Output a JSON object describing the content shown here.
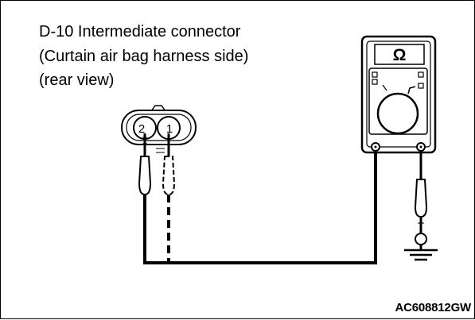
{
  "caption": {
    "line1": "D-10 Intermediate connector",
    "line2": "(Curtain air bag harness side)",
    "line3": "(rear view)"
  },
  "connector": {
    "pins": [
      "2",
      "1"
    ]
  },
  "meter": {
    "unit_symbol": "Ω",
    "icon": "ohmmeter-icon"
  },
  "ground": {
    "icon": "ground-symbol-icon"
  },
  "figure_id": "AC608812GW"
}
